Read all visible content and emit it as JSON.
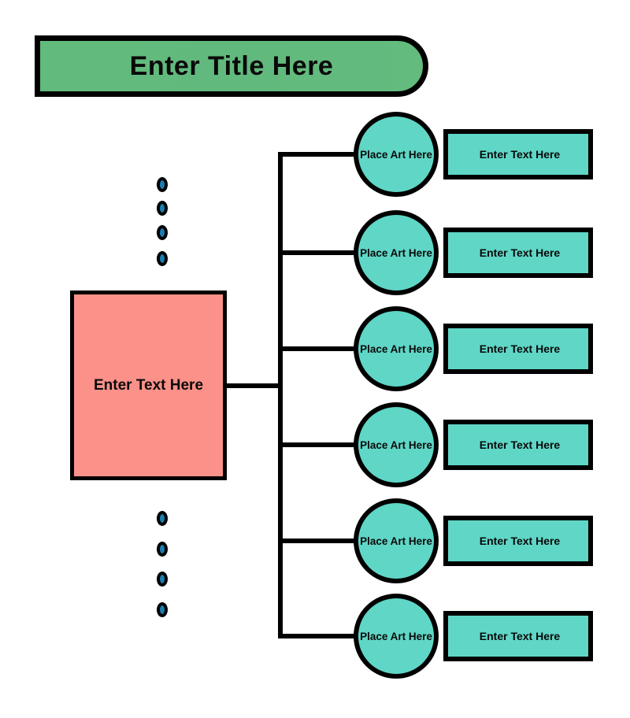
{
  "title_banner": {
    "text": "Enter Title Here",
    "fill_color": "#63BA7D",
    "stroke_color": "#000000"
  },
  "root_node": {
    "text": "Enter  Text Here",
    "fill_color": "#FB9189",
    "stroke_color": "#000000"
  },
  "dot_decorations": {
    "fill_color": "#1A7FB0",
    "stroke_color": "#000000",
    "top_group_count": 4,
    "bottom_group_count": 4
  },
  "connector": {
    "stroke_color": "#000000"
  },
  "branches": [
    {
      "circle_label": "Place Art Here",
      "text_label": "Enter Text Here"
    },
    {
      "circle_label": "Place Art Here",
      "text_label": "Enter Text Here"
    },
    {
      "circle_label": "Place Art Here",
      "text_label": "Enter Text Here"
    },
    {
      "circle_label": "Place Art Here",
      "text_label": "Enter Text Here"
    },
    {
      "circle_label": "Place Art Here",
      "text_label": "Enter Text Here"
    },
    {
      "circle_label": "Place Art Here",
      "text_label": "Enter Text Here"
    }
  ],
  "palette": {
    "turquoise": "#5FD6C6",
    "green": "#63BA7D",
    "salmon": "#FB9189",
    "blue_dot": "#1A7FB0",
    "outline": "#000000",
    "background": "#FFFFFF"
  }
}
